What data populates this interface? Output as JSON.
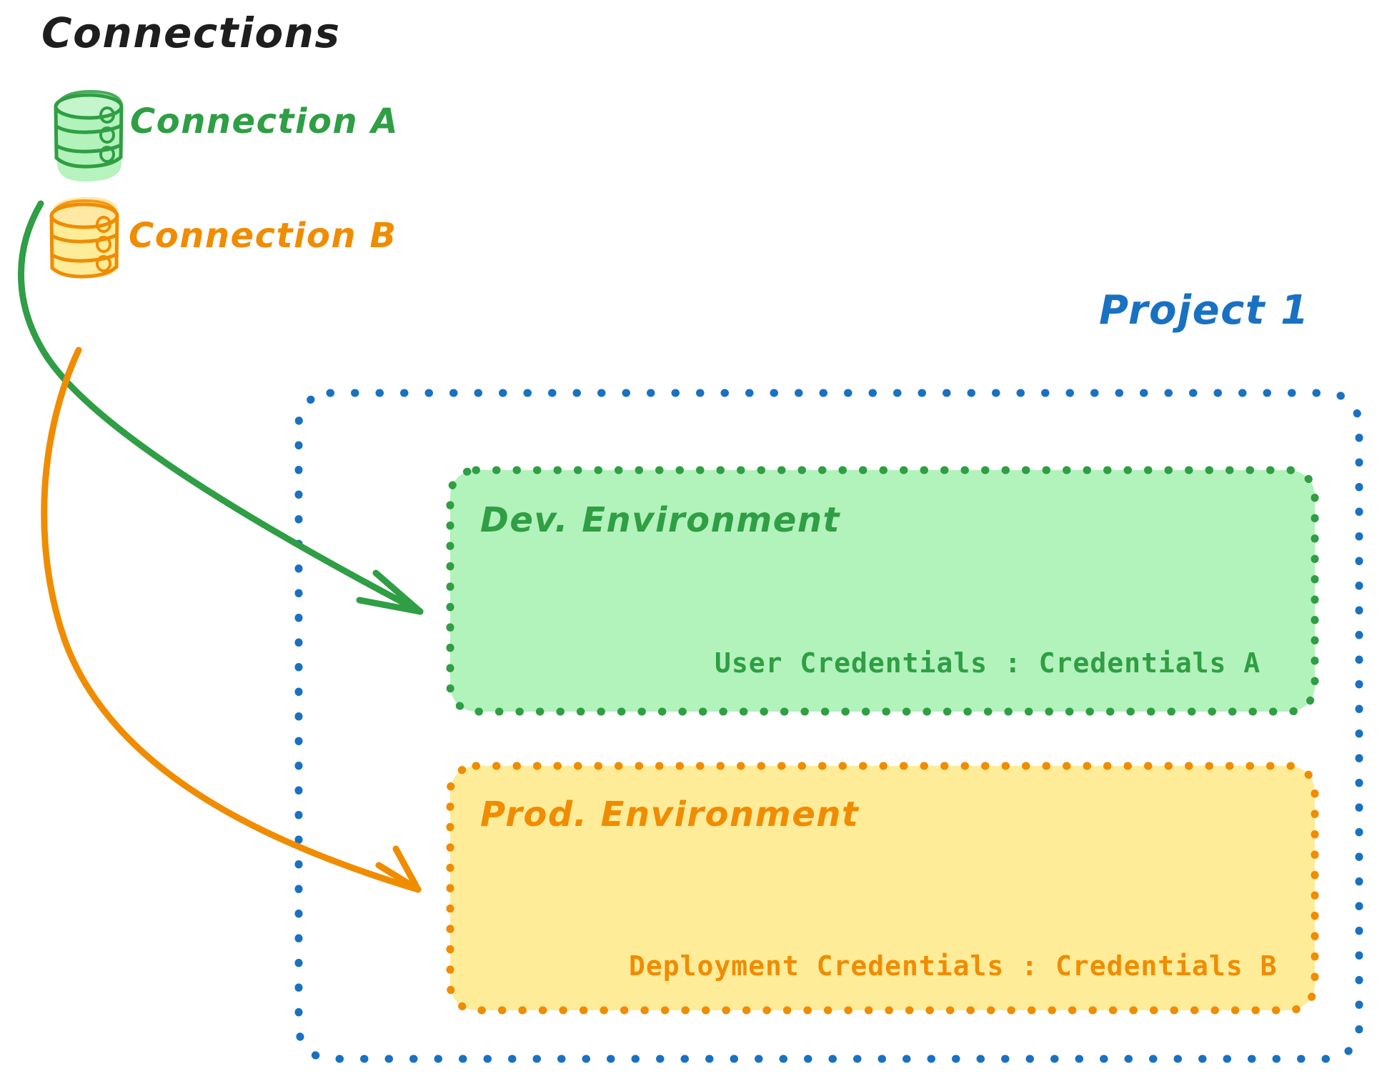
{
  "diagram": {
    "type": "architecture-diagram",
    "background": "#ffffff",
    "title": "Connections"
  },
  "colors": {
    "title_black": "#1e1e1e",
    "green_stroke": "#2f9e44",
    "green_fill": "#b2f2bb",
    "orange_stroke": "#f08c00",
    "orange_fill": "#ffec99",
    "blue_stroke": "#1971c2"
  },
  "connections": {
    "heading": "Connections",
    "items": [
      {
        "label": "Connection A",
        "color": "#2f9e44",
        "icon": "database-icon"
      },
      {
        "label": "Connection B",
        "color": "#f08c00",
        "icon": "database-icon"
      }
    ]
  },
  "project": {
    "label": "Project 1",
    "color": "#1971c2",
    "border_style": "dotted",
    "environments": [
      {
        "name": "Dev. Environment",
        "color": "#2f9e44",
        "fill": "#b2f2bb",
        "credential_line": "User Credentials : Credentials A",
        "credential_key": "User Credentials",
        "credential_value": "Credentials A",
        "source_connection": "Connection A"
      },
      {
        "name": "Prod. Environment",
        "color": "#f08c00",
        "fill": "#ffec99",
        "credential_line": "Deployment Credentials : Credentials B",
        "credential_key": "Deployment Credentials",
        "credential_value": "Credentials B",
        "source_connection": "Connection B"
      }
    ]
  },
  "arrows": [
    {
      "from": "Connection A",
      "to": "Dev. Environment",
      "color": "#2f9e44"
    },
    {
      "from": "Connection B",
      "to": "Prod. Environment",
      "color": "#f08c00"
    }
  ]
}
